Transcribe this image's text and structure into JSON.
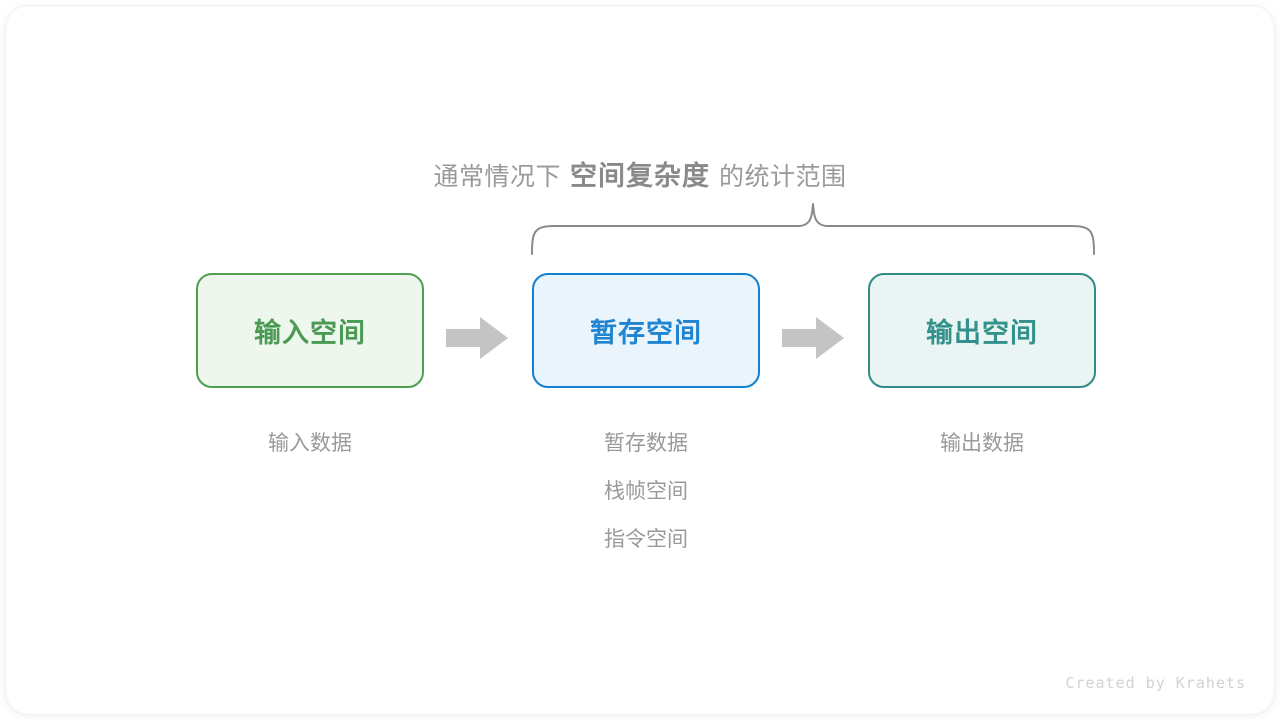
{
  "heading": {
    "prefix": "通常情况下",
    "strong": "空间复杂度",
    "suffix": "的统计范围"
  },
  "boxes": [
    {
      "label": "输入空间",
      "fill": "#eef7ee",
      "border": "#4f9f4f",
      "text": "#4a9a53"
    },
    {
      "label": "暂存空间",
      "fill": "#e9f4fd",
      "border": "#1480d0",
      "text": "#2184d0"
    },
    {
      "label": "输出空间",
      "fill": "#eaf4f2",
      "border": "#2e8b85",
      "text": "#33918b"
    }
  ],
  "arrows": [
    {
      "name": "arrow-input-to-temp",
      "color": "#c4c4c4"
    },
    {
      "name": "arrow-temp-to-output",
      "color": "#c4c4c4"
    }
  ],
  "captions": [
    {
      "lines": [
        "输入数据"
      ]
    },
    {
      "lines": [
        "暂存数据",
        "栈帧空间",
        "指令空间"
      ]
    },
    {
      "lines": [
        "输出数据"
      ]
    }
  ],
  "brace": {
    "name": "curly-brace-span",
    "color": "#8a8a8a",
    "spans_boxes": [
      "暂存空间",
      "输出空间"
    ]
  },
  "watermark": "Created by Krahets",
  "colors": {
    "background": "#ffffff",
    "muted_text": "#9a9a9a",
    "strong_text": "#8a8a8a",
    "watermark_text": "#d2d2d2"
  }
}
